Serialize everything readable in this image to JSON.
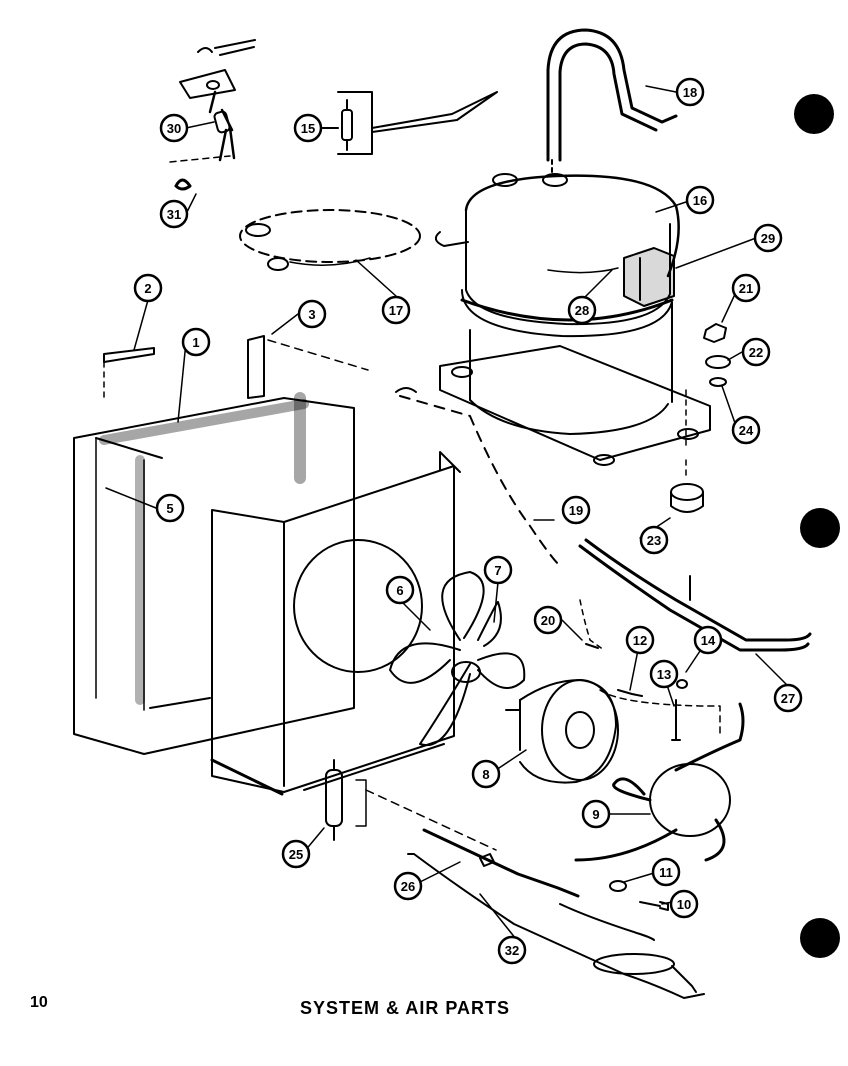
{
  "page": {
    "number": "10",
    "title": "SYSTEM & AIR PARTS"
  },
  "callouts": {
    "p1": "1",
    "p2": "2",
    "p3": "3",
    "p5": "5",
    "p6": "6",
    "p7": "7",
    "p8": "8",
    "p9": "9",
    "p10": "10",
    "p11": "11",
    "p12": "12",
    "p13": "13",
    "p14": "14",
    "p15": "15",
    "p16": "16",
    "p17": "17",
    "p18": "18",
    "p19": "19",
    "p20": "20",
    "p21": "21",
    "p22": "22",
    "p23": "23",
    "p24": "24",
    "p25": "25",
    "p26": "26",
    "p27": "27",
    "p28": "28",
    "p29": "29",
    "p30": "30",
    "p31": "31",
    "p32": "32"
  }
}
